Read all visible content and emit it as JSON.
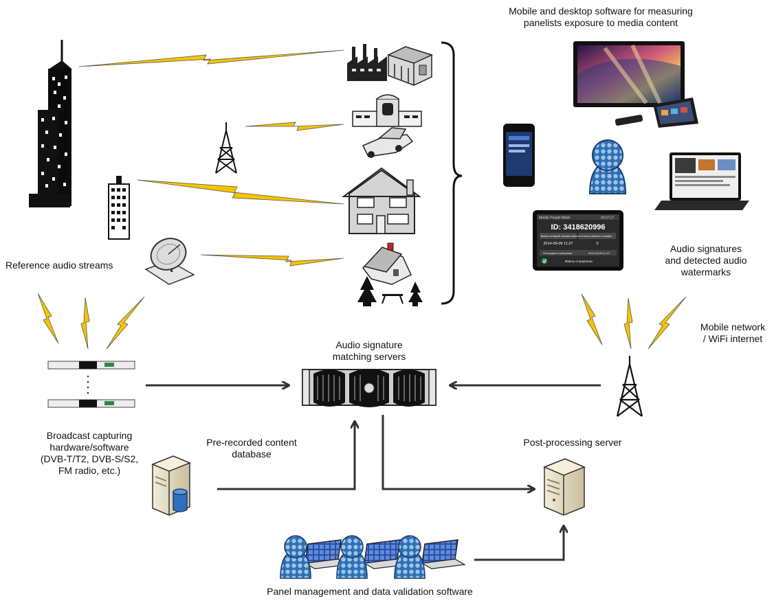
{
  "labels": {
    "mobile_desktop_software": "Mobile and desktop software for measuring panelists exposure to media content",
    "reference_audio_streams": "Reference audio streams",
    "audio_signatures": "Audio signatures and detected audio watermarks",
    "mobile_network": "Mobile network / WiFi internet",
    "matching_servers": "Audio signature matching servers",
    "broadcast_capturing": "Broadcast capturing hardware/software (DVB-T/T2, DVB-S/S2, FM radio, etc.)",
    "prerecorded_db": "Pre-recorded content database",
    "post_processing": "Post-processing server",
    "panel_management": "Panel management and data validation software"
  },
  "device_screen": {
    "title": "Mobile People Meter",
    "time": "00:07:27",
    "id": "ID: 3418620996",
    "col1_header": "Время последней отправки файлов",
    "col2_header": "Осталось файлов к отправке",
    "col1_value": "2014-09-09 11:27",
    "col2_value": "0",
    "last_msg_label": "Последнее сообщение",
    "last_msg_time": "2014-09-09 11:27",
    "status": "Файлы отправлены"
  },
  "colors": {
    "lightning": "#f5c400",
    "person": "#3d7fc1",
    "arrow": "#333333"
  }
}
